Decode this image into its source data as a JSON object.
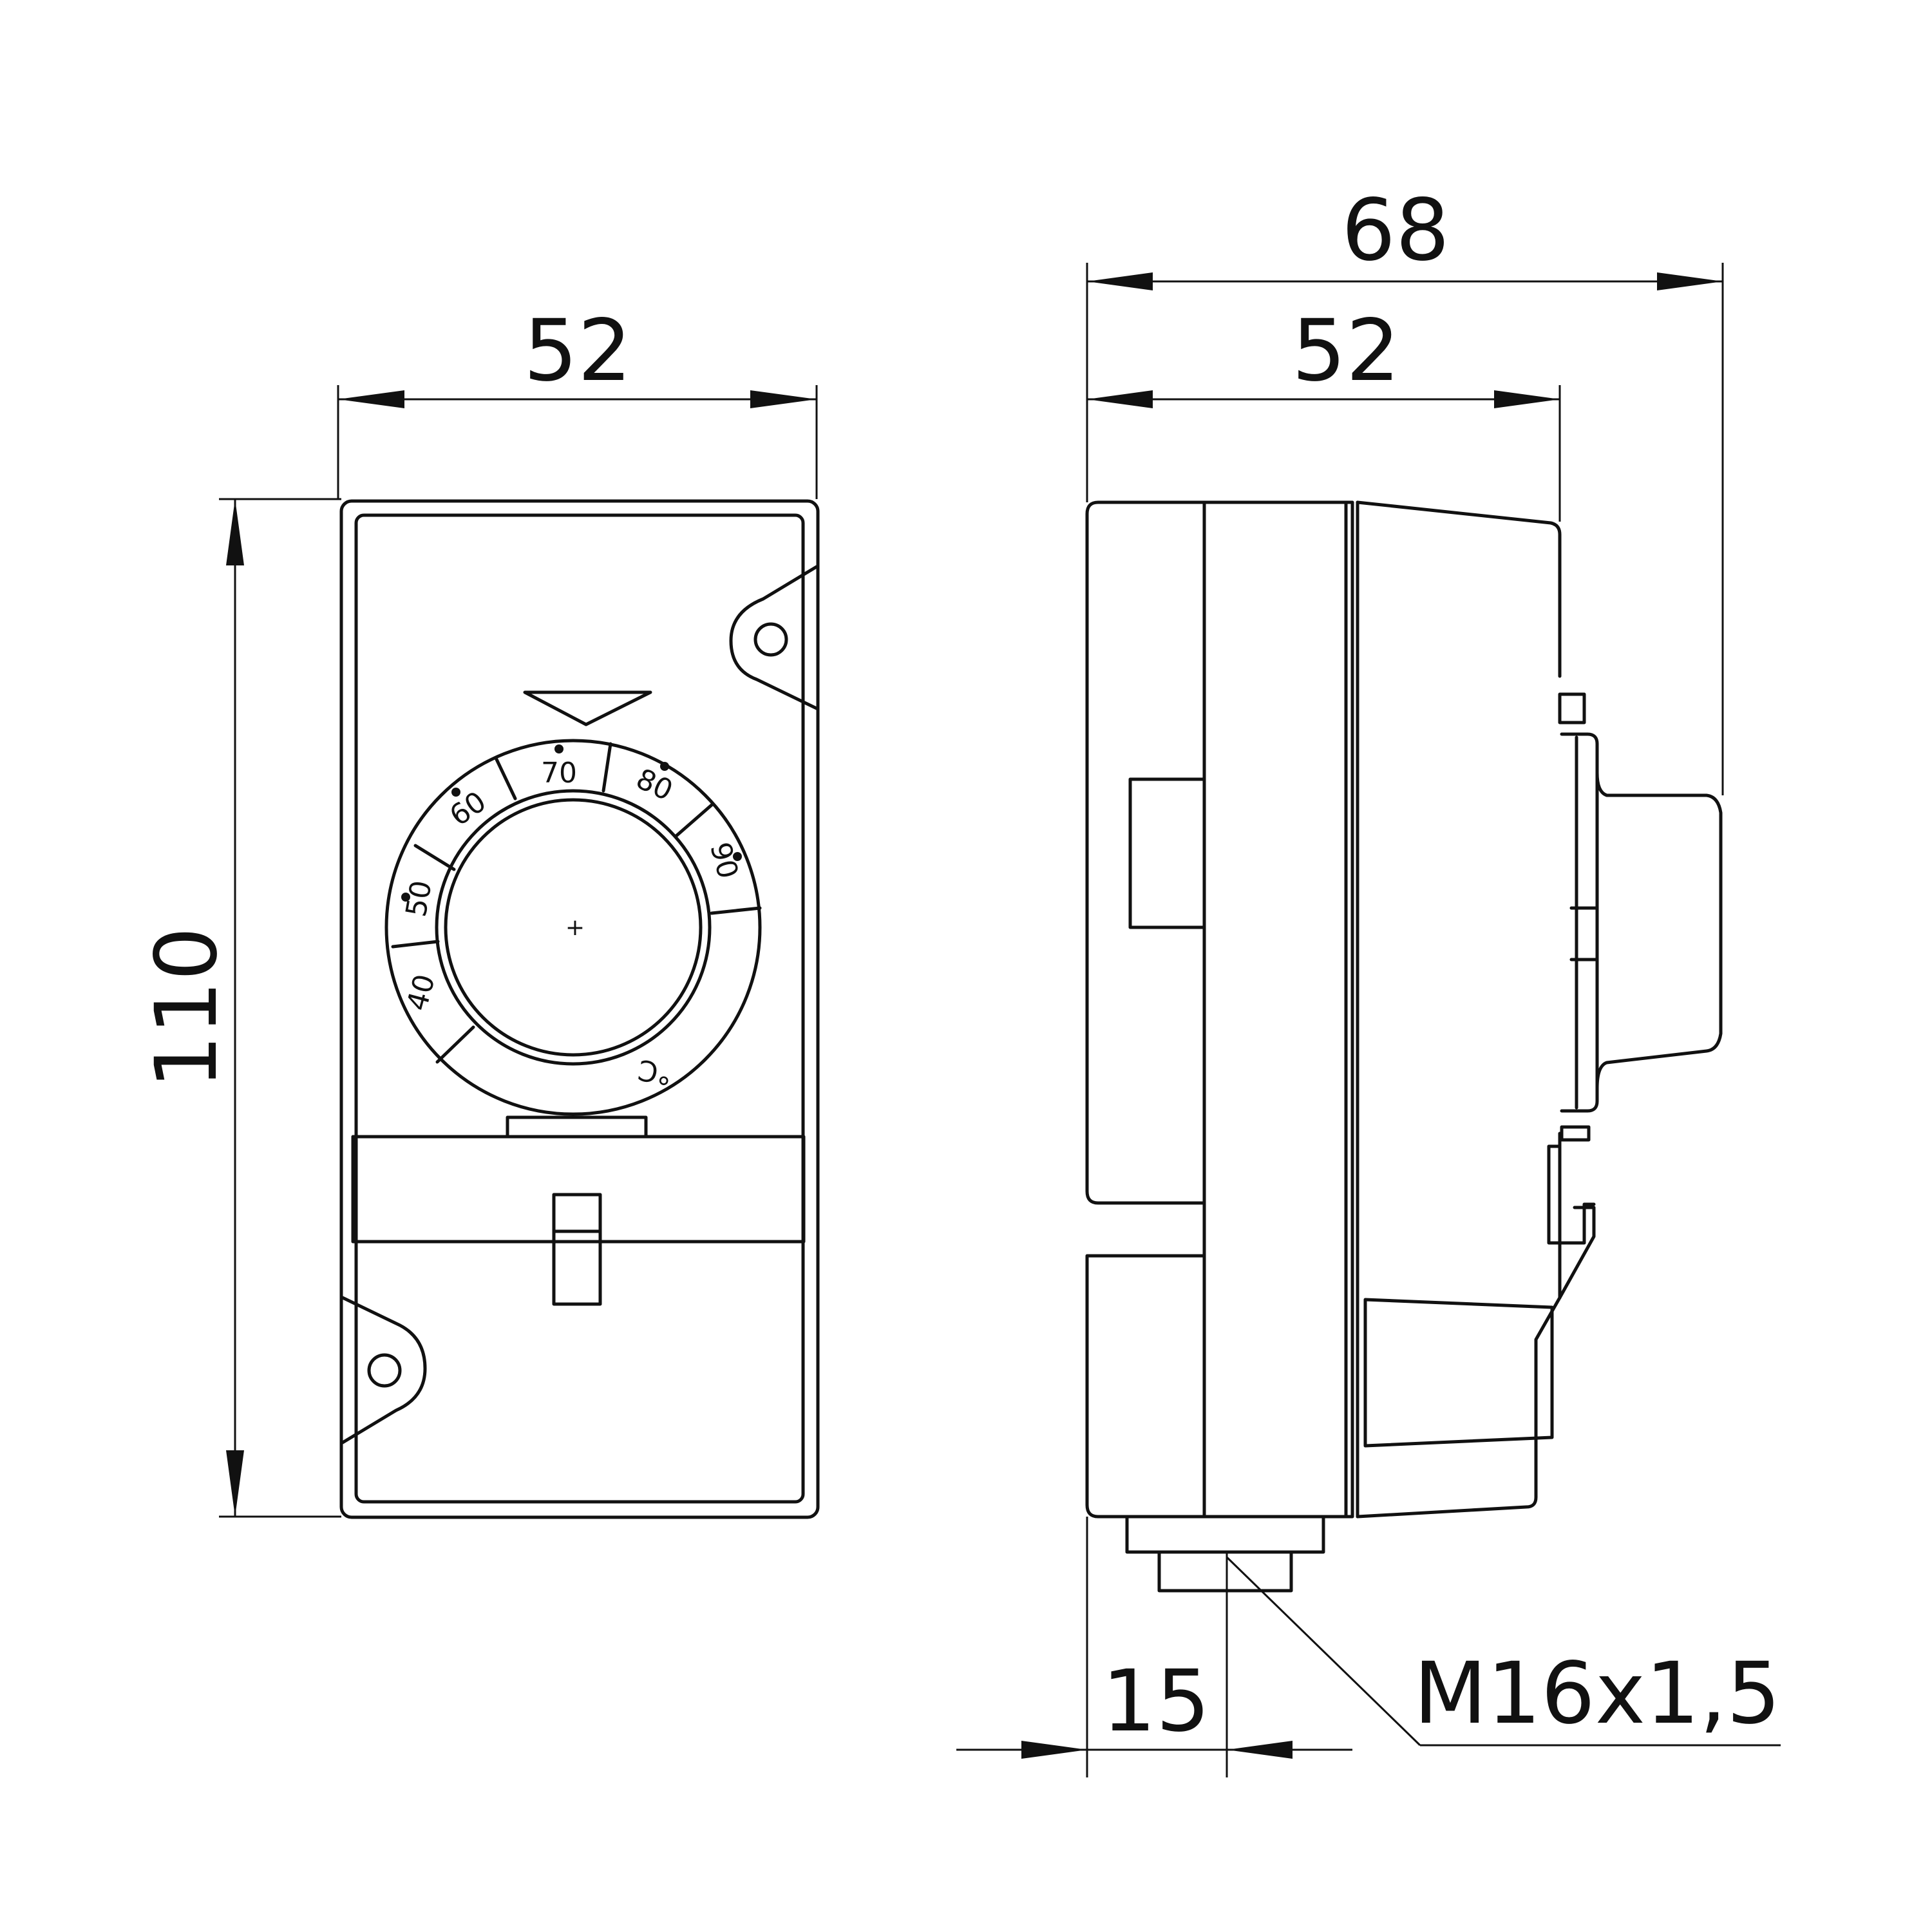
{
  "front_view": {
    "width_dim": "52",
    "height_dim": "110",
    "scale_labels": [
      "40",
      "50",
      "60",
      "70",
      "80",
      "90"
    ],
    "unit": "°C",
    "center_mark": "+"
  },
  "side_view": {
    "total_width_dim": "68",
    "body_width_dim": "52",
    "stem_dim": "15",
    "thread_callout": "M16x1,5"
  },
  "colors": {
    "line": "#111111",
    "background": "#ffffff"
  }
}
